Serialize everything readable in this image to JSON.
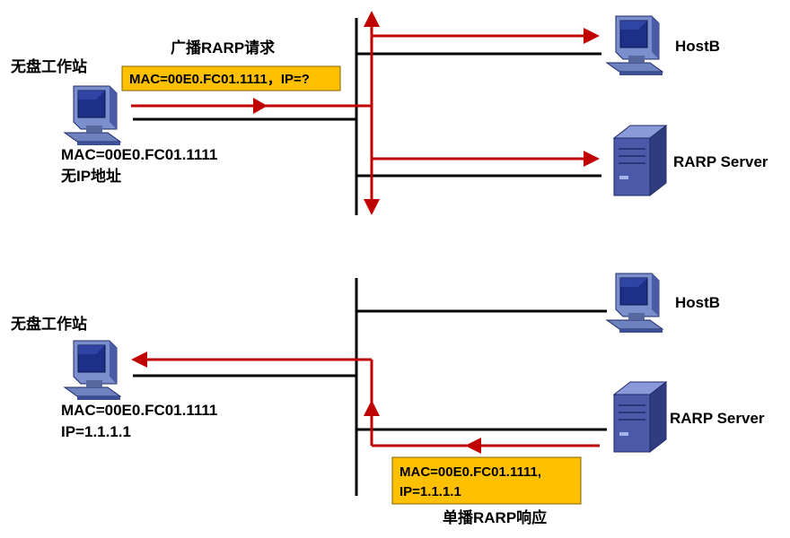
{
  "colors": {
    "line": "#000000",
    "arrow": "#c00000",
    "note_fill": "#ffc000",
    "note_border": "#7f6000",
    "monitor_body": "#5a6fb0",
    "screen": "#1e2f88",
    "server": "#4b5aa8"
  },
  "top": {
    "caption": "广播RARP请求",
    "workstation_label": "无盘工作站",
    "note": "MAC=00E0.FC01.1111，IP=?",
    "mac_line": "MAC=00E0.FC01.1111",
    "ip_line": "无IP地址",
    "hostb_label": "HostB",
    "server_label": "RARP Server"
  },
  "bottom": {
    "workstation_label": "无盘工作站",
    "mac_line": "MAC=00E0.FC01.1111",
    "ip_line": "IP=1.1.1.1",
    "hostb_label": "HostB",
    "server_label": "RARP Server",
    "note_line1": "MAC=00E0.FC01.1111,",
    "note_line2": "IP=1.1.1.1",
    "caption": "单播RARP响应"
  },
  "icons": {
    "workstation": "desktop-computer-icon",
    "hostb": "desktop-computer-icon",
    "server": "tower-server-icon"
  }
}
